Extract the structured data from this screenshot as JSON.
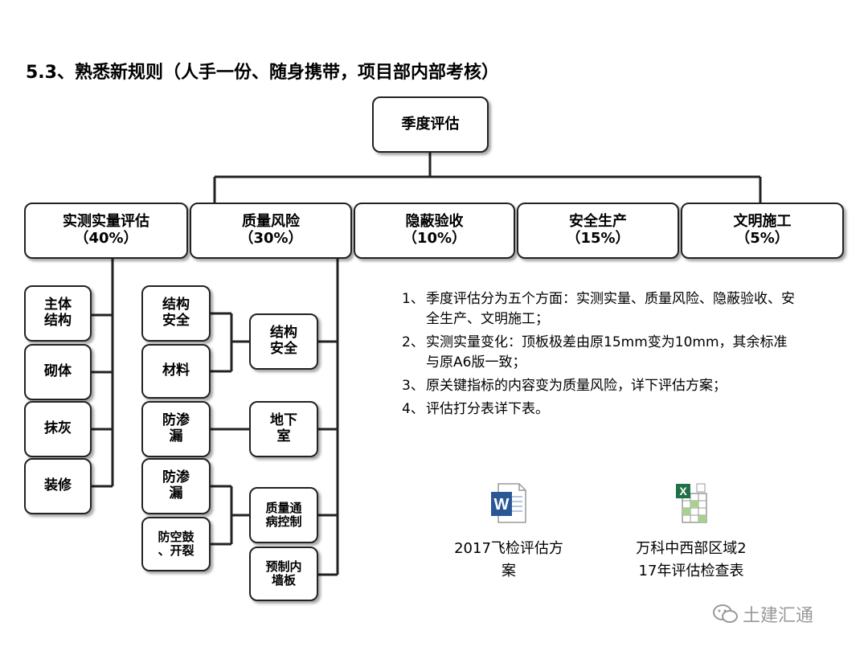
{
  "title": "5.3、熟悉新规则（人手一份、随身携带，项目部内部考核）",
  "root": "季度评估",
  "categories": [
    {
      "name": "实测实量评估",
      "pct": "（40%）"
    },
    {
      "name": "质量风险",
      "pct": "（30%）"
    },
    {
      "name": "隐蔽验收",
      "pct": "（10%）"
    },
    {
      "name": "安全生产",
      "pct": "（15%）"
    },
    {
      "name": "文明施工",
      "pct": "（5%）"
    }
  ],
  "measure_items": [
    [
      "主体",
      "结构"
    ],
    [
      "砌体"
    ],
    [
      "抹灰"
    ],
    [
      "装修"
    ]
  ],
  "risk_items": [
    [
      "结构",
      "安全"
    ],
    [
      "材料"
    ],
    [
      "防渗",
      "漏"
    ],
    [
      "防渗",
      "漏"
    ],
    [
      "防空鼓",
      "、开裂"
    ]
  ],
  "risk_groups": [
    [
      "结构",
      "安全"
    ],
    [
      "地下",
      "室"
    ],
    [
      "质量通",
      "病控制"
    ],
    [
      "预制内",
      "墙板"
    ]
  ],
  "notes": [
    {
      "num": "1、",
      "text": "季度评估分为五个方面：实测实量、质量风险、隐蔽验收、安全生产、文明施工；"
    },
    {
      "num": "2、",
      "text": "实测实量变化：顶板极差由原15mm变为10mm，其余标准与原A6版一致；"
    },
    {
      "num": "3、",
      "text": "原关键指标的内容变为质量风险，详下评估方案；"
    },
    {
      "num": "4、",
      "text": "评估打分表详下表。"
    }
  ],
  "files": [
    {
      "icon": "word-icon",
      "lines": [
        "2017飞检评估方",
        "案"
      ]
    },
    {
      "icon": "excel-icon",
      "lines": [
        "万科中西部区域2",
        "17年评估检查表"
      ]
    }
  ],
  "watermark": "土建汇通",
  "colors": {
    "border": "#222222",
    "word": "#2b5797",
    "excel": "#1e7145",
    "watermark": "#999999"
  }
}
